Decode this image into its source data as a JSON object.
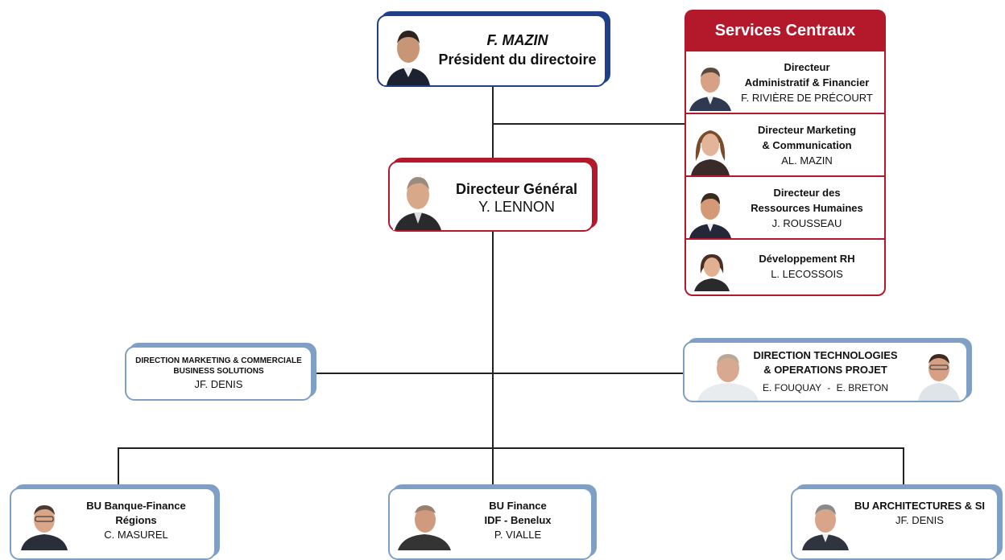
{
  "president": {
    "name": "F. MAZIN",
    "title": "Président du directoire"
  },
  "dg": {
    "title": "Directeur Général",
    "name": "Y. LENNON"
  },
  "services": {
    "header": "Services Centraux",
    "items": [
      {
        "title1": "Directeur",
        "title2": "Administratif & Financier",
        "name": "F. RIVIÈRE DE PRÉCOURT"
      },
      {
        "title1": "Directeur Marketing",
        "title2": "& Communication",
        "name": "AL. MAZIN"
      },
      {
        "title1": "Directeur des",
        "title2": "Ressources Humaines",
        "name": "J. ROUSSEAU"
      },
      {
        "title1": "Développement RH",
        "title2": "",
        "name": "L. LECOSSOIS"
      }
    ]
  },
  "marketing": {
    "line1": "DIRECTION MARKETING & COMMERCIALE",
    "line2": "BUSINESS SOLUTIONS",
    "name": "JF. DENIS"
  },
  "tech": {
    "line1": "DIRECTION TECHNOLOGIES",
    "line2": "& OPERATIONS PROJET",
    "name1": "E. FOUQUAY",
    "sep": "-",
    "name2": "E. BRETON"
  },
  "bu": [
    {
      "line1": "BU Banque-Finance",
      "line2": "Régions",
      "name": "C. MASUREL"
    },
    {
      "line1": "BU Finance",
      "line2": "IDF - Benelux",
      "name": "P. VIALLE"
    },
    {
      "line1": "BU ARCHITECTURES & SI",
      "line2": "",
      "name": "JF. DENIS"
    }
  ],
  "colors": {
    "red": "#b3192b",
    "navy": "#1f3f8a",
    "lightblue": "#7f9fc5"
  },
  "icons": [
    "portrait-photo"
  ]
}
